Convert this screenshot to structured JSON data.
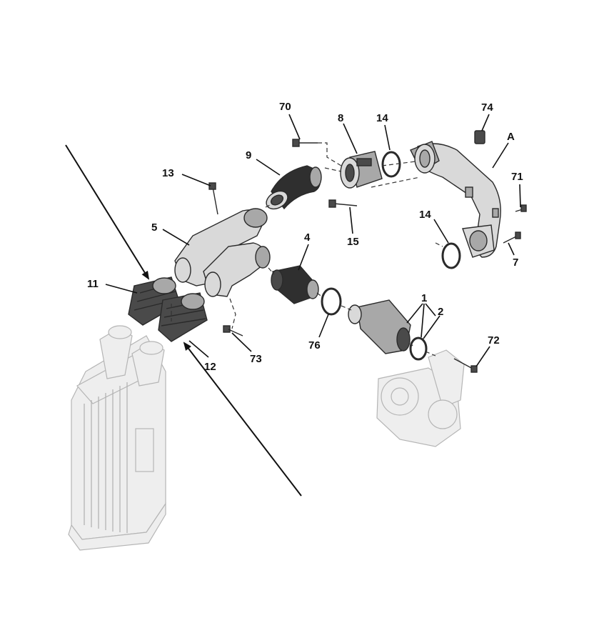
{
  "diagram": {
    "callouts": {
      "c70": "70",
      "c8": "8",
      "c14a": "14",
      "c74": "74",
      "cA": "A",
      "c71": "71",
      "c9": "9",
      "c13": "13",
      "c15": "15",
      "c14b": "14",
      "c5": "5",
      "c4": "4",
      "c7": "7",
      "c11": "11",
      "c1": "1",
      "c2": "2",
      "c72": "72",
      "c76": "76",
      "c73": "73",
      "c12": "12"
    }
  }
}
